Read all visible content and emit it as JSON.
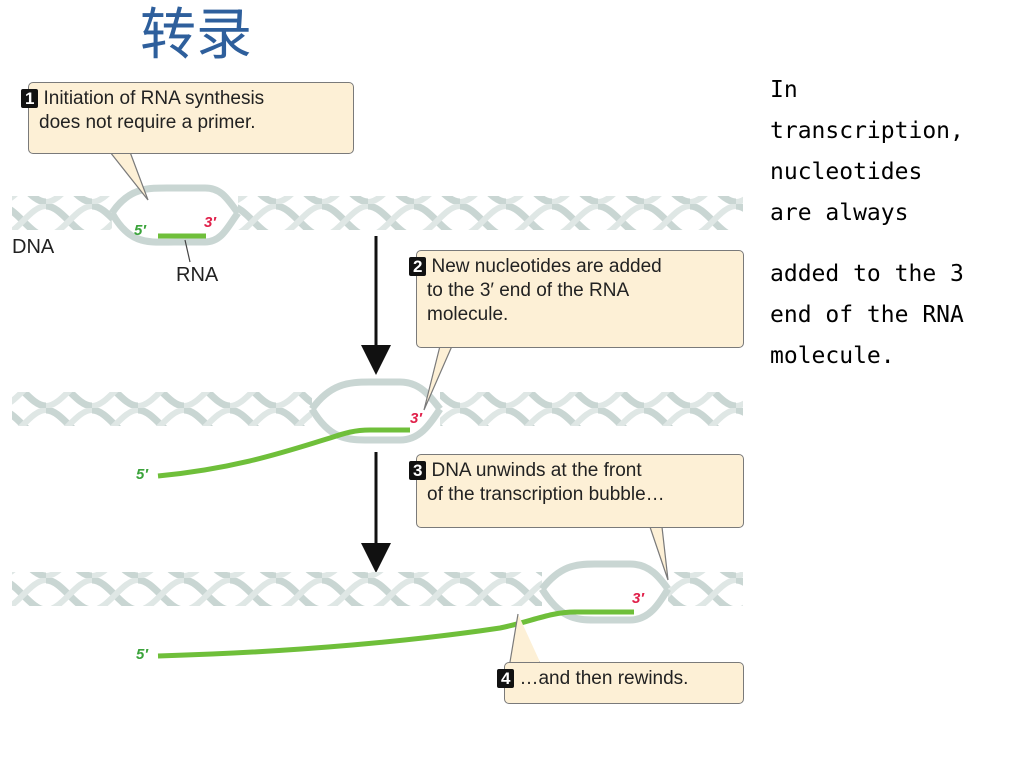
{
  "title": "转录",
  "labels": {
    "dna": "DNA",
    "rna": "RNA",
    "five_prime": "5′",
    "three_prime": "3′"
  },
  "callouts": [
    {
      "number": "1",
      "lines": [
        "Initiation of RNA synthesis",
        "does not require a primer."
      ]
    },
    {
      "number": "2",
      "lines": [
        "New nucleotides are added",
        "to the 3′ end of the RNA",
        "molecule."
      ]
    },
    {
      "number": "3",
      "lines": [
        "DNA unwinds at the front",
        "of the transcription bubble…"
      ]
    },
    {
      "number": "4",
      "lines": [
        "…and then rewinds."
      ]
    }
  ],
  "side_text": {
    "paragraph1": [
      "In",
      "transcription,",
      "nucleotides",
      "are always"
    ],
    "paragraph2": [
      "added to the 3",
      "end of the RNA",
      "molecule."
    ]
  },
  "colors": {
    "title": "#2e5f9c",
    "rna_strand": "#6fbf3a",
    "five_prime_label": "#3aa33a",
    "three_prime_label": "#e0204a",
    "dna_helix": "#c9d6d3",
    "callout_fill": "#fdf0d6"
  }
}
